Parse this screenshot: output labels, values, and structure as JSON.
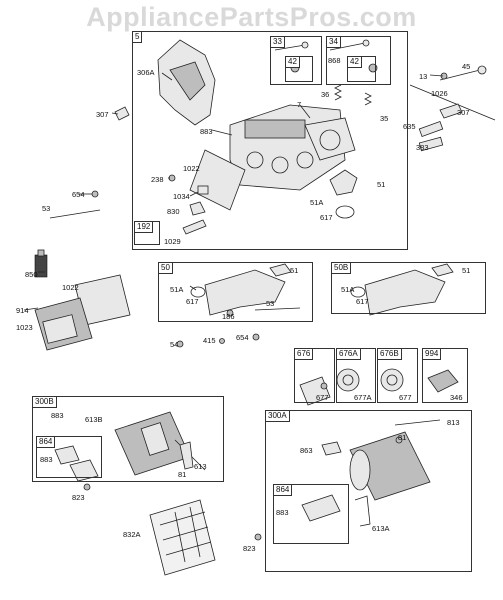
{
  "watermark": "AppliancePartsPros.com",
  "boxes": {
    "cylinder_head": "5",
    "valve_intake": "33",
    "valve_exhaust": "34",
    "seal_a": "42",
    "seal_b": "42",
    "small_192": "192",
    "manifold_50": "50",
    "manifold_50b": "50B",
    "muffler_300b": "300B",
    "guard_864_left": "864",
    "muffler_300a": "300A",
    "guard_864_right": "864",
    "kit_676": "676",
    "kit_676a": "676A",
    "kit_676b": "676B",
    "kit_994": "994"
  },
  "labels": {
    "l306a": "306A",
    "l307": "307",
    "l883a": "883",
    "l7": "7",
    "l36": "36",
    "l35": "35",
    "l868": "868",
    "l13": "13",
    "l45": "45",
    "l1026": "1026",
    "l307b": "307",
    "l635": "635",
    "l383": "383",
    "l1022a": "1022",
    "l238": "238",
    "l1034": "1034",
    "l830": "830",
    "l1029": "1029",
    "l51a": "51",
    "l51A": "51A",
    "l617": "617",
    "l654a": "654",
    "l53a": "53",
    "l850": "850",
    "l1022b": "1022",
    "l914": "914",
    "l1023": "1023",
    "l51b": "51",
    "l51Ab": "51A",
    "l617b": "617",
    "l53b": "53",
    "l186": "186",
    "l51c": "51",
    "l51Ac": "51A",
    "l617c": "617",
    "l54": "54",
    "l415": "415",
    "l654b": "654",
    "l677a": "677",
    "l677A": "677A",
    "l677b": "677",
    "l346": "346",
    "l883b": "883",
    "l613B": "613B",
    "l883c": "883",
    "l81a": "81",
    "l613a": "613",
    "l823a": "823",
    "l832A": "832A",
    "l823b": "823",
    "l813": "813",
    "l81b": "81",
    "l863": "863",
    "l883d": "883",
    "l613A": "613A"
  }
}
